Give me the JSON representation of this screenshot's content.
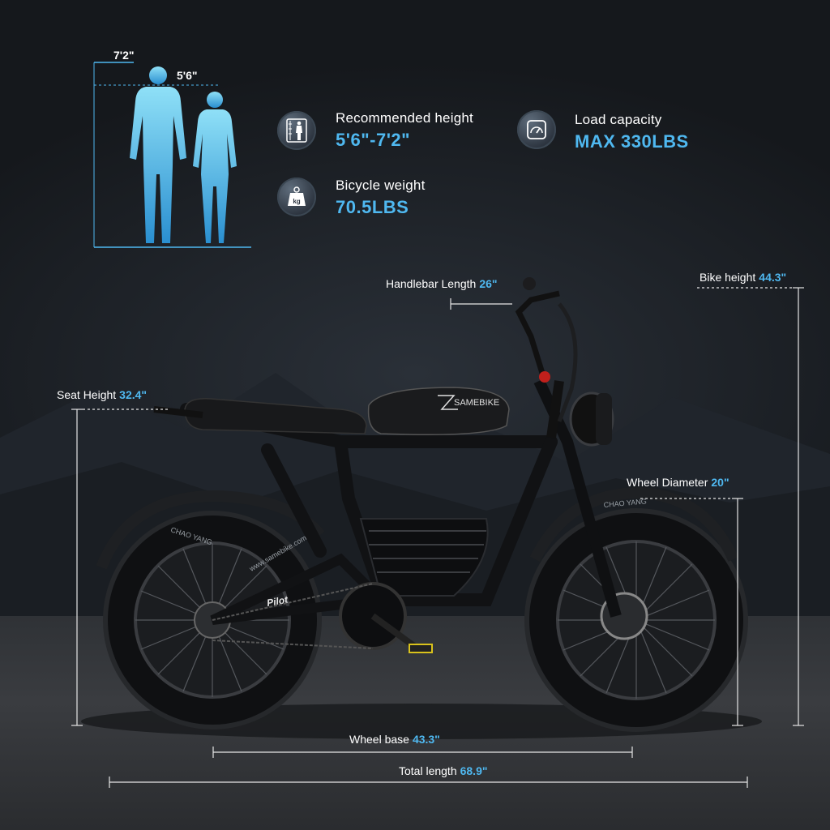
{
  "figures": {
    "tall_height": "7'2\"",
    "short_height": "5'6\""
  },
  "specs": {
    "recommended_height": {
      "label": "Recommended height",
      "value": "5'6\"-7'2\"",
      "icon": "person-height-icon"
    },
    "load_capacity": {
      "label": "Load capacity",
      "value": "MAX 330LBS",
      "icon": "gauge-icon"
    },
    "bicycle_weight": {
      "label": "Bicycle weight",
      "value": "70.5LBS",
      "icon": "kg-weight-icon"
    }
  },
  "bike_text": {
    "brand": "SAMEBIKE",
    "tire_brand": "CHAO YANG",
    "frame_label": "www.samebike.com",
    "model": "Pilot"
  },
  "measurements": {
    "handlebar": {
      "label": "Handlebar Length",
      "value": "26\""
    },
    "bike_height": {
      "label": "Bike height",
      "value": "44.3\""
    },
    "seat_height": {
      "label": "Seat Height",
      "value": "32.4\""
    },
    "wheel_diameter": {
      "label": "Wheel Diameter",
      "value": "20\""
    },
    "wheel_base": {
      "label": "Wheel base",
      "value": "43.3\""
    },
    "total_length": {
      "label": "Total length",
      "value": "68.9\""
    }
  },
  "colors": {
    "accent": "#4fb8f0",
    "silhouette_top": "#8fe0f7",
    "silhouette_bottom": "#2a8fd0"
  }
}
